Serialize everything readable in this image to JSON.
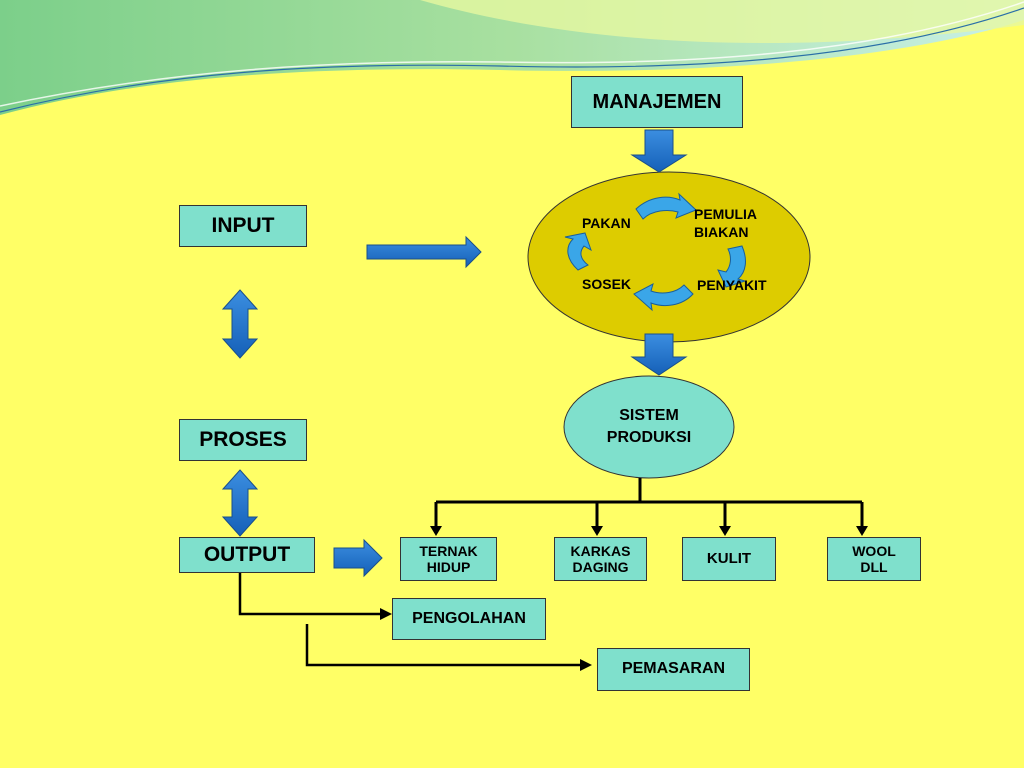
{
  "colors": {
    "background": "#ffff66",
    "box_fill": "#7fe0cc",
    "cycle_fill": "#ddcc00",
    "arrow_fill": "#1a6fc8",
    "cycle_arrow_fill": "#3aa6e8"
  },
  "boxes": {
    "manajemen": "MANAJEMEN",
    "input": "INPUT",
    "proses": "PROSES",
    "output": "OUTPUT",
    "pengolahan": "PENGOLAHAN",
    "pemasaran": "PEMASARAN"
  },
  "cycle": {
    "pakan": "PAKAN",
    "pemulia_line1": "PEMULIA",
    "pemulia_line2": "BIAKAN",
    "sosek": "SOSEK",
    "penyakit": "PENYAKIT"
  },
  "sistem": {
    "line1": "SISTEM",
    "line2": "PRODUKSI"
  },
  "products": [
    {
      "line1": "TERNAK",
      "line2": "HIDUP"
    },
    {
      "line1": "KARKAS",
      "line2": "DAGING"
    },
    {
      "line1": "KULIT",
      "line2": ""
    },
    {
      "line1": "WOOL",
      "line2": "DLL"
    }
  ]
}
